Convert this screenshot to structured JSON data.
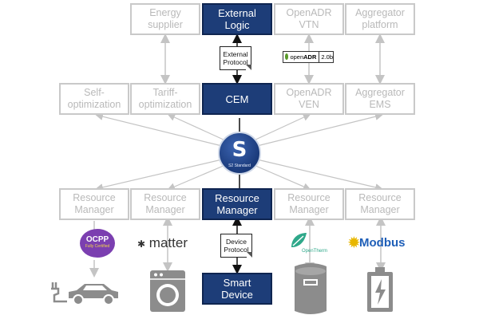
{
  "top_row": {
    "energy_supplier": "Energy\nsupplier",
    "external_logic": "External\nLogic",
    "openadr_vtn": "OpenADR\nVTN",
    "aggregator_platform": "Aggregator\nplatform"
  },
  "mid_row": {
    "self_optimization": "Self-\noptimization",
    "tariff_optimization": "Tariff-\noptimization",
    "cem": "CEM",
    "openadr_ven": "OpenADR\nVEN",
    "aggregator_ems": "Aggregator\nEMS"
  },
  "rm_row": {
    "rm1": "Resource\nManager",
    "rm2": "Resource\nManager",
    "rm3": "Resource\nManager",
    "rm4": "Resource\nManager",
    "rm5": "Resource\nManager"
  },
  "protocols": {
    "external": "External\nProtocol",
    "device": "Device\nProtocol"
  },
  "bottom": {
    "smart_device": "Smart\nDevice"
  },
  "hub": {
    "glyph": "S",
    "caption": "S2 Standard"
  },
  "logos": {
    "openadr_badge_left": "open",
    "openadr_badge_mid": "ADR",
    "openadr_badge_ver": "2.0b",
    "ocpp_main": "OCPP",
    "ocpp_sub": "Fully Certified",
    "matter": "matter",
    "opentherm": "OpenTherm",
    "modbus": "Modbus"
  },
  "colors": {
    "accent": "#1d3d78",
    "grey_border": "#c9c9c9",
    "grey_text": "#b9b9b9",
    "icon_grey": "#8c8c8c"
  }
}
